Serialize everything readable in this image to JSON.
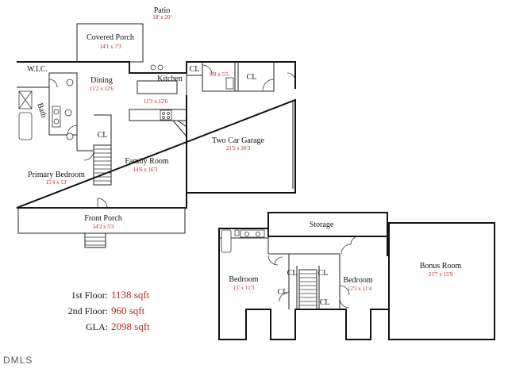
{
  "first_floor": {
    "patio": {
      "name": "Patio",
      "dim": "18' x 20'"
    },
    "covered_porch": {
      "name": "Covered Porch",
      "dim": "14'1 x 7'3"
    },
    "wic": {
      "name": "W.I.C."
    },
    "bath": {
      "name": "Bath"
    },
    "dining": {
      "name": "Dining",
      "dim": "11'2 x 12'6"
    },
    "kitchen": {
      "name": "Kitchen",
      "dim": "11'3 x 12'6"
    },
    "laundry": {
      "dim": "6'8 x 5'5"
    },
    "kitchen_closet": {
      "name": "CL"
    },
    "garage_closet": {
      "name": "CL"
    },
    "hall_closet": {
      "name": "CL"
    },
    "garage": {
      "name": "Two Car Garage",
      "dim": "21'5 x 20'3"
    },
    "primary_bedroom": {
      "name": "Primary Bedroom",
      "dim": "15'4 x 13'"
    },
    "family_room": {
      "name": "Family Room",
      "dim": "14'6 x 16'3"
    },
    "front_porch": {
      "name": "Front Porch",
      "dim": "34'2 x 5'3"
    }
  },
  "second_floor": {
    "storage": {
      "name": "Storage"
    },
    "bedroom_left": {
      "name": "Bedroom",
      "dim": "13' x 11'3"
    },
    "bedroom_right": {
      "name": "Bedroom",
      "dim": "12'3 x 11'4"
    },
    "bonus_room": {
      "name": "Bonus Room",
      "dim": "21'7 x 15'9"
    },
    "closets": [
      "CL",
      "CL",
      "CL",
      "CL"
    ]
  },
  "stats": {
    "first_floor_label": "1st Floor:",
    "first_floor_value": "1138 sqft",
    "second_floor_label": "2nd Floor:",
    "second_floor_value": "960 sqft",
    "gla_label": "GLA:",
    "gla_value": "2098 sqft"
  },
  "logo": "DMLS"
}
